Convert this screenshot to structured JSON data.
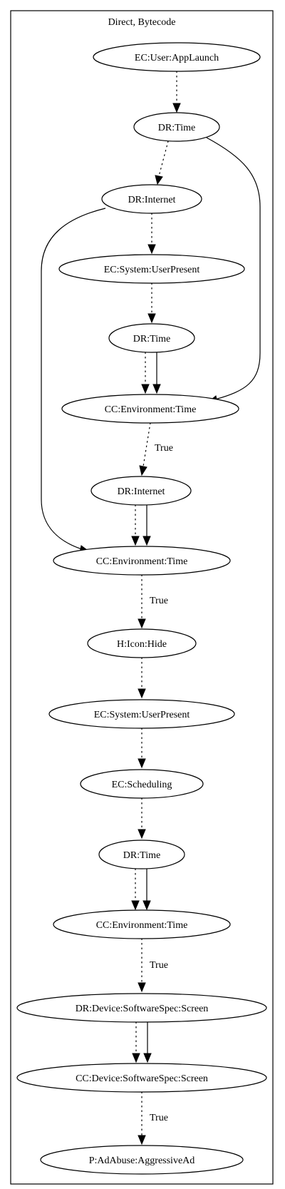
{
  "cluster": {
    "label": "Direct, Bytecode"
  },
  "nodes": [
    {
      "id": "n1",
      "label": "EC:User:AppLaunch"
    },
    {
      "id": "n2",
      "label": "DR:Time"
    },
    {
      "id": "n3",
      "label": "DR:Internet"
    },
    {
      "id": "n4",
      "label": "EC:System:UserPresent"
    },
    {
      "id": "n5",
      "label": "DR:Time"
    },
    {
      "id": "n6",
      "label": "CC:Environment:Time"
    },
    {
      "id": "n7",
      "label": "DR:Internet"
    },
    {
      "id": "n8",
      "label": "CC:Environment:Time"
    },
    {
      "id": "n9",
      "label": "H:Icon:Hide"
    },
    {
      "id": "n10",
      "label": "EC:System:UserPresent"
    },
    {
      "id": "n11",
      "label": "EC:Scheduling"
    },
    {
      "id": "n12",
      "label": "DR:Time"
    },
    {
      "id": "n13",
      "label": "CC:Environment:Time"
    },
    {
      "id": "n14",
      "label": "DR:Device:SoftwareSpec:Screen"
    },
    {
      "id": "n15",
      "label": "CC:Device:SoftwareSpec:Screen"
    },
    {
      "id": "n16",
      "label": "P:AdAbuse:AggressiveAd"
    }
  ],
  "edges": [
    {
      "from": "n1",
      "to": "n2",
      "style": "dotted",
      "label": ""
    },
    {
      "from": "n2",
      "to": "n3",
      "style": "dotted",
      "label": ""
    },
    {
      "from": "n2",
      "to": "n6",
      "style": "solid",
      "label": ""
    },
    {
      "from": "n3",
      "to": "n4",
      "style": "dotted",
      "label": ""
    },
    {
      "from": "n3",
      "to": "n8",
      "style": "solid",
      "label": ""
    },
    {
      "from": "n4",
      "to": "n5",
      "style": "dotted",
      "label": ""
    },
    {
      "from": "n5",
      "to": "n6",
      "style": "dotted",
      "label": ""
    },
    {
      "from": "n5",
      "to": "n6",
      "style": "solid",
      "label": ""
    },
    {
      "from": "n6",
      "to": "n7",
      "style": "dotted",
      "label": "True"
    },
    {
      "from": "n7",
      "to": "n8",
      "style": "dotted",
      "label": ""
    },
    {
      "from": "n7",
      "to": "n8",
      "style": "solid",
      "label": ""
    },
    {
      "from": "n8",
      "to": "n9",
      "style": "dotted",
      "label": "True"
    },
    {
      "from": "n9",
      "to": "n10",
      "style": "dotted",
      "label": ""
    },
    {
      "from": "n10",
      "to": "n11",
      "style": "dotted",
      "label": ""
    },
    {
      "from": "n11",
      "to": "n12",
      "style": "dotted",
      "label": ""
    },
    {
      "from": "n12",
      "to": "n13",
      "style": "dotted",
      "label": ""
    },
    {
      "from": "n12",
      "to": "n13",
      "style": "solid",
      "label": ""
    },
    {
      "from": "n13",
      "to": "n14",
      "style": "dotted",
      "label": "True"
    },
    {
      "from": "n14",
      "to": "n15",
      "style": "dotted",
      "label": ""
    },
    {
      "from": "n14",
      "to": "n15",
      "style": "solid",
      "label": ""
    },
    {
      "from": "n15",
      "to": "n16",
      "style": "dotted",
      "label": "True"
    }
  ]
}
